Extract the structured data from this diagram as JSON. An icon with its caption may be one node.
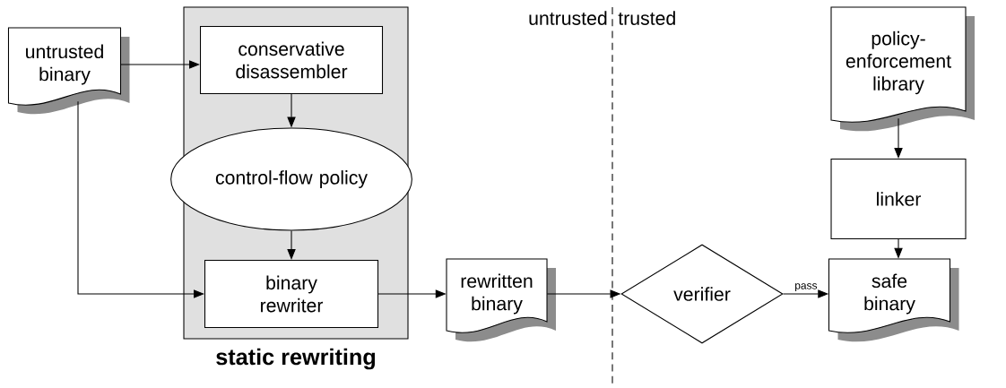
{
  "diagram": {
    "nodes": [
      {
        "text": [
          "untrusted binary"
        ]
      },
      {
        "text": [
          "static rewriting"
        ]
      },
      {
        "text": [
          "conservative disassembler"
        ],
        "in": 1
      },
      {
        "text": [
          "control-flow policy"
        ],
        "in": 1
      },
      {
        "text": [
          "binary rewriter"
        ],
        "in": 1
      },
      {
        "text": [
          "rewritten binary"
        ]
      },
      {
        "text": [
          "verifier"
        ]
      },
      {
        "text": [
          "policy-enforcement library"
        ]
      },
      {
        "text": [
          "linker"
        ]
      },
      {
        "text": [
          "safe binary"
        ]
      }
    ],
    "edges": [
      {
        "from": 0,
        "to": 2,
        "arrow": "to"
      },
      {
        "from": 0,
        "to": 4,
        "arrow": "to"
      },
      {
        "from": 2,
        "to": 3,
        "arrow": "to"
      },
      {
        "from": 3,
        "to": 4,
        "arrow": "to"
      },
      {
        "from": 4,
        "to": 5,
        "arrow": "to"
      },
      {
        "from": 5,
        "to": 6,
        "arrow": "to"
      },
      {
        "from": 6,
        "to": 9,
        "label": "pass",
        "arrow": "to"
      },
      {
        "from": 7,
        "to": 8,
        "arrow": "to"
      },
      {
        "from": 8,
        "to": 9,
        "arrow": "to"
      }
    ],
    "labels": [
      "untrusted",
      "trusted"
    ]
  }
}
